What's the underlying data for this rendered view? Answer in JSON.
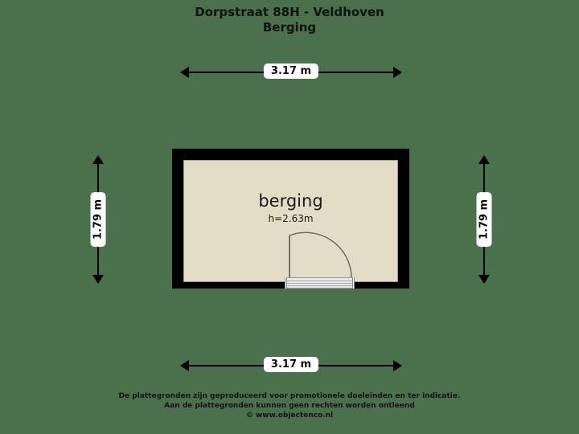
{
  "title": {
    "line1": "Dorpstraat 88H - Veldhoven",
    "line2": "Berging"
  },
  "colors": {
    "background": "#4a704c",
    "wall": "#000000",
    "room_fill": "#e3dcc6",
    "text": "#111111",
    "dimension_label_bg": "#ffffff"
  },
  "room": {
    "name": "berging",
    "height_label": "h=2.63m"
  },
  "dimensions": {
    "top": "3.17 m",
    "bottom": "3.17 m",
    "left": "1.79 m",
    "right": "1.79 m"
  },
  "footer": {
    "line1": "De plattegronden zijn geproduceerd voor promotionele doeleinden en ter indicatie.",
    "line2": "Aan de plattegronden kunnen geen rechten worden ontleend",
    "line3": "© www.objectenco.nl"
  }
}
